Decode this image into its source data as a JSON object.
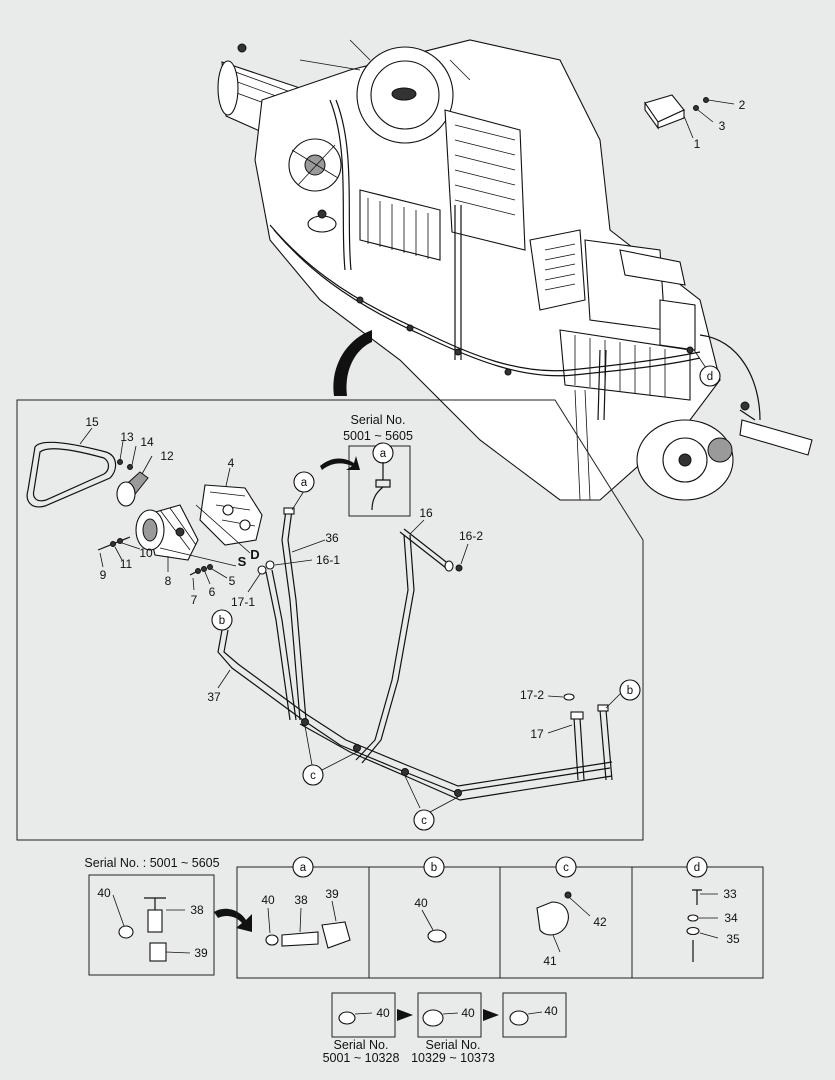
{
  "labels": {
    "p1": "1",
    "p2": "2",
    "p3": "3",
    "p4": "4",
    "p5": "5",
    "p6": "6",
    "p7": "7",
    "p8": "8",
    "p9": "9",
    "p10": "10",
    "p11": "11",
    "p12": "12",
    "p13": "13",
    "p14": "14",
    "p15": "15",
    "p16": "16",
    "p16_1": "16-1",
    "p16_2": "16-2",
    "p17": "17",
    "p17_1": "17-1",
    "p17_2": "17-2",
    "p33": "33",
    "p34": "34",
    "p35": "35",
    "p36": "36",
    "p37": "37",
    "p38": "38",
    "p39": "39",
    "p40": "40",
    "p41": "41",
    "p42": "42",
    "port_s": "S",
    "port_d": "D"
  },
  "callouts": {
    "a": "a",
    "b": "b",
    "c": "c",
    "d": "d"
  },
  "serial": {
    "inset_title": "Serial No.",
    "inset_range": "5001 ~ 5605",
    "lower_left": "Serial No. : 5001 ~ 5605",
    "bottom_1_title": "Serial No.",
    "bottom_1_range": "5001 ~ 10328",
    "bottom_2_title": "Serial No.",
    "bottom_2_range": "10329 ~ 10373"
  },
  "detail_headers": [
    "a",
    "b",
    "c",
    "d"
  ],
  "colors": {
    "background": "#e9ebea",
    "line": "#111111",
    "fill_white": "#ffffff",
    "fill_grey": "#9a9a9a"
  }
}
